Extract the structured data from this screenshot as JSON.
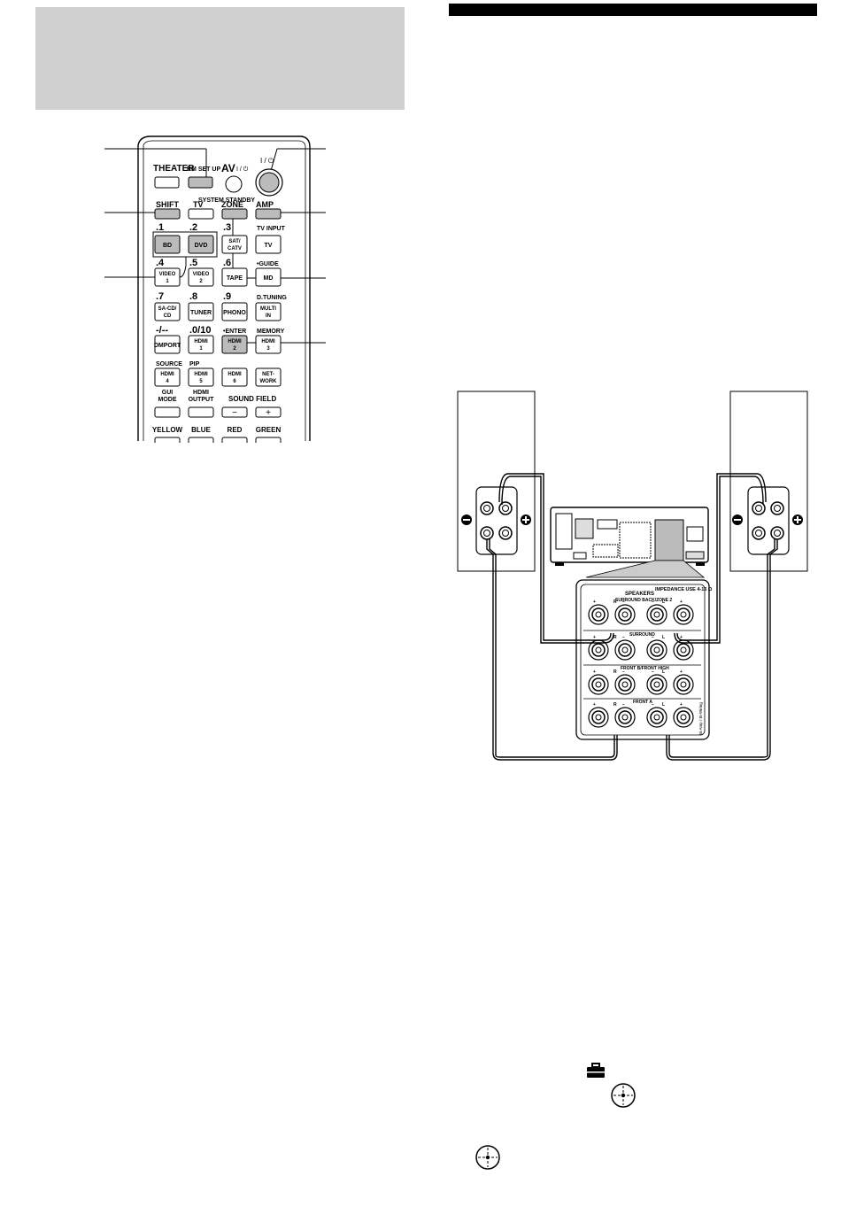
{
  "remote": {
    "top_row": {
      "theater": "THEATER",
      "rm_set_up": "RM SET UP",
      "av": "AV",
      "power_symbol": "I / ⏻",
      "system_standby": "SYSTEM STANDBY"
    },
    "row_shift": [
      "SHIFT",
      "TV",
      "ZONE",
      "AMP"
    ],
    "digits_row1": [
      ".1",
      ".2",
      ".3",
      "TV INPUT"
    ],
    "buttons_row1": [
      "BD",
      "DVD",
      "SAT/\nCATV",
      "TV"
    ],
    "digits_row2": [
      ".4",
      ".5",
      ".6",
      "•GUIDE"
    ],
    "buttons_row2": [
      "VIDEO\n1",
      "VIDEO\n2",
      "TAPE",
      "MD"
    ],
    "digits_row3": [
      ".7",
      ".8",
      ".9",
      "D.TUNING"
    ],
    "buttons_row3": [
      "SA-CD/\nCD",
      "TUNER",
      "PHONO",
      "MULTI\nIN"
    ],
    "digits_row4": [
      "-/--",
      ".0/10",
      "•ENTER",
      "MEMORY"
    ],
    "buttons_row4": [
      "DMPORT",
      "HDMI\n1",
      "HDMI\n2",
      "HDMI\n3"
    ],
    "labels_row5": [
      "SOURCE",
      "PIP",
      "",
      ""
    ],
    "buttons_row5": [
      "HDMI\n4",
      "HDMI\n5",
      "HDMI\n6",
      "NET-\nWORK"
    ],
    "labels_row6": [
      "GUI\nMODE",
      "HDMI\nOUTPUT",
      "SOUND FIELD"
    ],
    "buttons_row6_signs": [
      "−",
      "+"
    ],
    "labels_row7": [
      "YELLOW",
      "BLUE",
      "RED",
      "GREEN"
    ]
  },
  "panel": {
    "impedance": "IMPEDANCE USE 4-16 Ω",
    "speakers": "SPEAKERS",
    "surround_back": "SURROUND BACK/ZONE 2",
    "surround": "SURROUND",
    "front_b_high": "FRONT B/FRONT HIGH",
    "front_a": "FRONT A",
    "side_label": "Bi-Amp / Bi-Wiring",
    "r": "R",
    "l": "L",
    "plus": "+",
    "minus": "−"
  },
  "icons": [
    "toolbox-icon",
    "crosshair-icon"
  ]
}
